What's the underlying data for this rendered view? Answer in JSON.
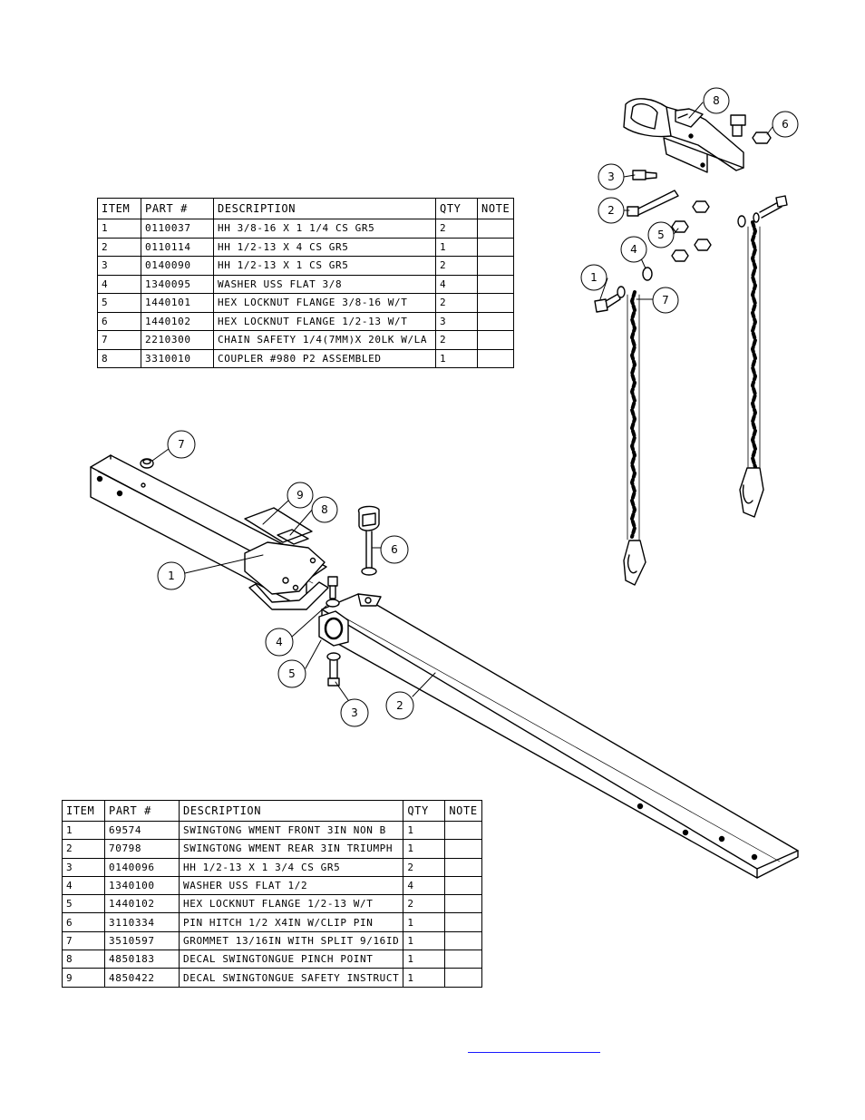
{
  "top_table": {
    "headers": [
      "ITEM",
      "PART #",
      "DESCRIPTION",
      "QTY",
      "NOTE"
    ],
    "rows": [
      [
        "1",
        "0110037",
        "HH 3/8-16 X 1 1/4 CS GR5",
        "2",
        ""
      ],
      [
        "2",
        "0110114",
        "HH 1/2-13 X 4 CS GR5",
        "1",
        ""
      ],
      [
        "3",
        "0140090",
        "HH 1/2-13 X 1 CS GR5",
        "2",
        ""
      ],
      [
        "4",
        "1340095",
        "WASHER USS FLAT 3/8",
        "4",
        ""
      ],
      [
        "5",
        "1440101",
        "HEX LOCKNUT FLANGE 3/8-16 W/T",
        "2",
        ""
      ],
      [
        "6",
        "1440102",
        "HEX LOCKNUT FLANGE 1/2-13 W/T",
        "3",
        ""
      ],
      [
        "7",
        "2210300",
        "CHAIN SAFETY 1/4(7MM)X 20LK W/LA",
        "2",
        ""
      ],
      [
        "8",
        "3310010",
        "COUPLER #980 P2 ASSEMBLED",
        "1",
        ""
      ]
    ]
  },
  "bottom_table": {
    "headers": [
      "ITEM",
      "PART #",
      "DESCRIPTION",
      "QTY",
      "NOTE"
    ],
    "rows": [
      [
        "1",
        "69574",
        "SWINGTONG WMENT FRONT 3IN NON B",
        "1",
        ""
      ],
      [
        "2",
        "70798",
        "SWINGTONG WMENT REAR 3IN TRIUMPH",
        "1",
        ""
      ],
      [
        "3",
        "0140096",
        "HH 1/2-13 X 1 3/4 CS GR5",
        "2",
        ""
      ],
      [
        "4",
        "1340100",
        "WASHER USS FLAT 1/2",
        "4",
        ""
      ],
      [
        "5",
        "1440102",
        "HEX LOCKNUT FLANGE 1/2-13 W/T",
        "2",
        ""
      ],
      [
        "6",
        "3110334",
        "PIN HITCH 1/2 X4IN W/CLIP PIN",
        "1",
        ""
      ],
      [
        "7",
        "3510597",
        "GROMMET 13/16IN  WITH SPLIT 9/16ID",
        "1",
        ""
      ],
      [
        "8",
        "4850183",
        "DECAL SWINGTONGUE PINCH POINT",
        "1",
        ""
      ],
      [
        "9",
        "4850422",
        "DECAL SWINGTONGUE SAFETY INSTRUCT",
        "1",
        ""
      ]
    ]
  },
  "coupler_callouts": [
    "8",
    "6",
    "3",
    "2",
    "5",
    "4",
    "1",
    "7"
  ],
  "tongue_callouts": [
    "7",
    "9",
    "8",
    "6",
    "1",
    "4",
    "5",
    "3",
    "2"
  ],
  "colors": {
    "line": "#000000",
    "link": "#1a1aff"
  }
}
